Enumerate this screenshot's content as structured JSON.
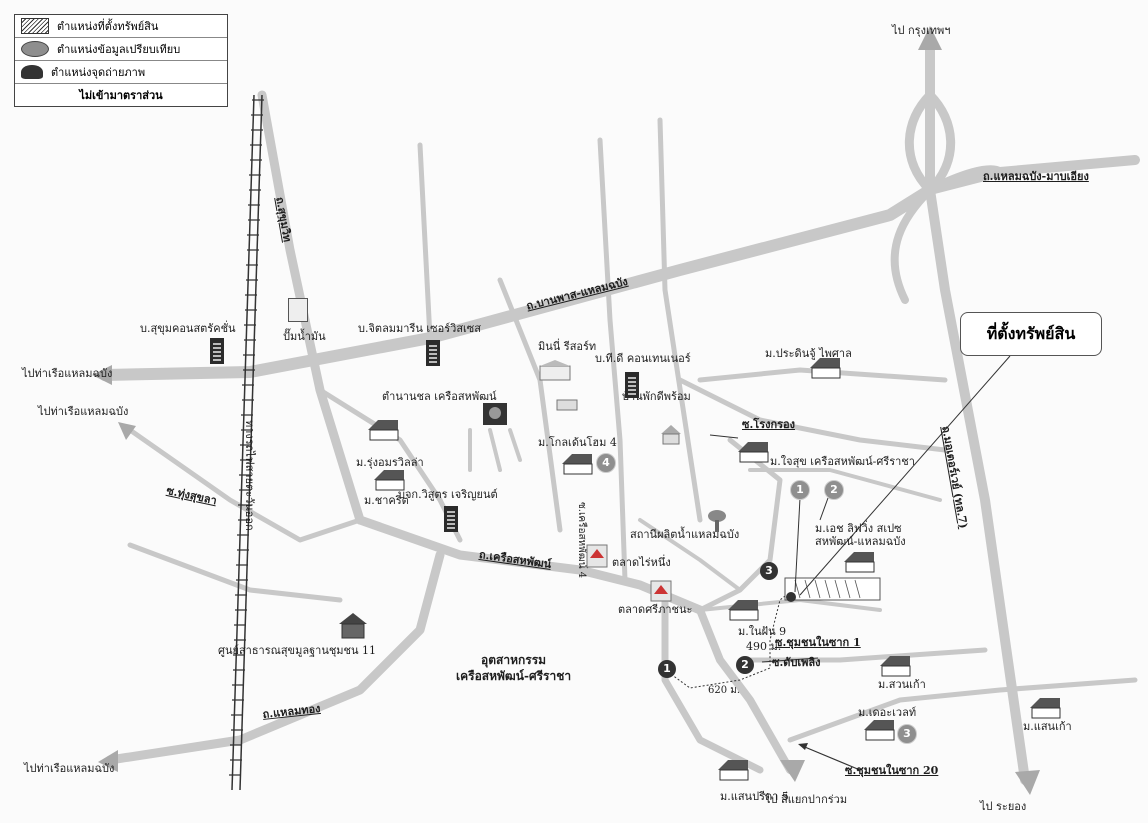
{
  "legend": {
    "site": "ตำแหน่งที่ตั้งทรัพย์สิน",
    "comparable": "ตำแหน่งข้อมูลเปรียบเทียบ",
    "photo": "ตำแหน่งจุดถ่ายภาพ",
    "scale_note": "ไม่เข้ามาตราส่วน"
  },
  "callout": "ที่ตั้งทรัพย์สิน",
  "directions": {
    "to_bangkok": "ไป กรุงเทพฯ",
    "to_port_1": "ไปท่าเรือแหลมฉบัง",
    "to_port_2": "ไปท่าเรือแหลมฉบัง",
    "to_port_3": "ไปท่าเรือแหลมฉบัง",
    "to_rayong": "ไป ระยอง",
    "to_junction": "ไป สี่แยกปากร่วม"
  },
  "roads": {
    "laem_chabang_bypass": "ถ.แหลมฉบัง-มาบเอียง",
    "ban_pong": "ถ.บานพาส-แหลมฉบัง",
    "rama7": "ถ.มอเตอร์เวย์ (ทล.7)",
    "sukhumvit": "ถ.สุขุมวิท",
    "rail": "ทางรถไฟสายตะวันออก",
    "khrua_sahaphat": "ถ.เครือสหพัฒน์",
    "laem_thong": "ถ.แหลมทอง",
    "soi_thung_sukhla": "ซ.ทุ่งสุขลา",
    "soi_rong_krong": "ซ.โรงกรอง",
    "soi_chum_chon_1": "ซ.ชุมชนในซาก 1",
    "soi_dab_phloeng": "ซ.ดับเพลิง",
    "soi_chum_chon_20": "ซ.ชุมชนในซาก 20",
    "soi_khrua_4": "ซ.เครือสหพัฒน์ 4"
  },
  "places": {
    "sukhum_country": "บ.สุขุมคอนสตรัคชั่น",
    "pump": "ปั๊มน้ำมัน",
    "jt_marine": "บ.จิตลมมารีน เซอร์วิสเซส",
    "mini_resort": "มินนี่ รีสอร์ท",
    "td_container": "บ.ที.ดี คอนเทนเนอร์",
    "prachin": "ม.ประดินจู้ ไพศาล",
    "tamnan": "ตำนานชล เครือสหพัฒน์",
    "ban_phak": "บ้านพักดีพร้อม",
    "rung_amorn": "ม.รุ่งอมรวิลล่า",
    "kolden_home": "ม.โกลเด้นโฮม 4",
    "chai_suk": "ม.ใจสุข เครือสหพัฒน์-ศรีราชา",
    "chakrit": "ม.ชาคริต",
    "wisut": "บจก.วิสูตร เจริญยนต์",
    "water_plant": "สถานีผลิตน้ำแหลมฉบัง",
    "es_living": "ม.เอช ลิฟวิ่ง สเปซ\nสหพัฒน์-แหลมฉบัง",
    "talad_rai": "ตลาดไร่หนึ่ง",
    "talad_sri": "ตลาดศรีภาชนะ",
    "health_center": "ศูนย์สาธารณสุขมูลฐานชุมชน 11",
    "industrial": "อุตสาหกรรม\nเครือสหพัฒน์-ศรีราชา",
    "nai_din": "ม.ในฝัน 9",
    "suan_kao": "ม.สวนเก้า",
    "the_devault": "ม.เดอะเวลท์",
    "saen_kao": "ม.แสนเก้า",
    "saen_prida": "ม.แสนปรีดา 5"
  },
  "distances": {
    "d1": "490 ม.",
    "d2": "620 ม."
  },
  "markers": {
    "p1": "1",
    "p2": "2",
    "p3": "3",
    "p4": "4",
    "c1": "1",
    "c2": "2",
    "c3": "3"
  },
  "colors": {
    "road": "#c8c8c8",
    "road_dark": "#a9a9a9",
    "ink": "#222222"
  }
}
